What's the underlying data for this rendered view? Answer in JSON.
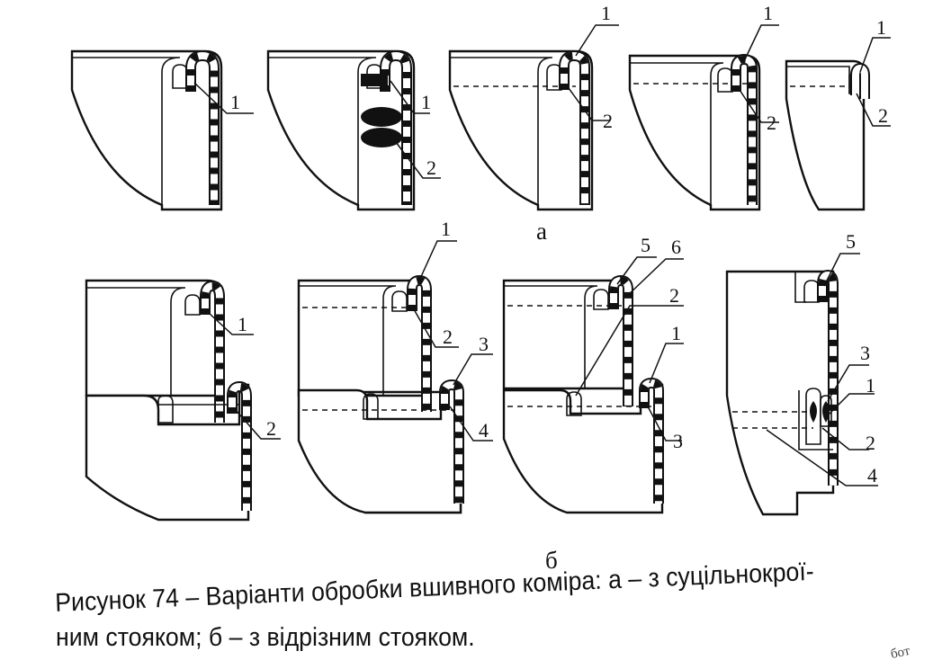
{
  "figure": {
    "sublabel_a": "а",
    "sublabel_b": "б",
    "row_a": [
      {
        "labels": [
          "1"
        ]
      },
      {
        "labels": [
          "1",
          "2"
        ]
      },
      {
        "labels": [
          "1",
          "2"
        ]
      },
      {
        "labels": [
          "1",
          "2"
        ]
      },
      {
        "labels": [
          "1",
          "2"
        ]
      }
    ],
    "row_b": [
      {
        "labels": [
          "1",
          "2"
        ]
      },
      {
        "labels": [
          "1",
          "2",
          "3",
          "4"
        ]
      },
      {
        "labels": [
          "5",
          "6",
          "2",
          "1",
          "3"
        ]
      },
      {
        "labels": [
          "5",
          "3",
          "1",
          "2",
          "4"
        ]
      }
    ]
  },
  "caption": {
    "line1": "Рисунок 74 – Варіанти обробки вшивного коміра: а – з суцільнокрої-",
    "line2": "ним стояком; б – з відрізним стояком."
  },
  "stray_text": "бот"
}
